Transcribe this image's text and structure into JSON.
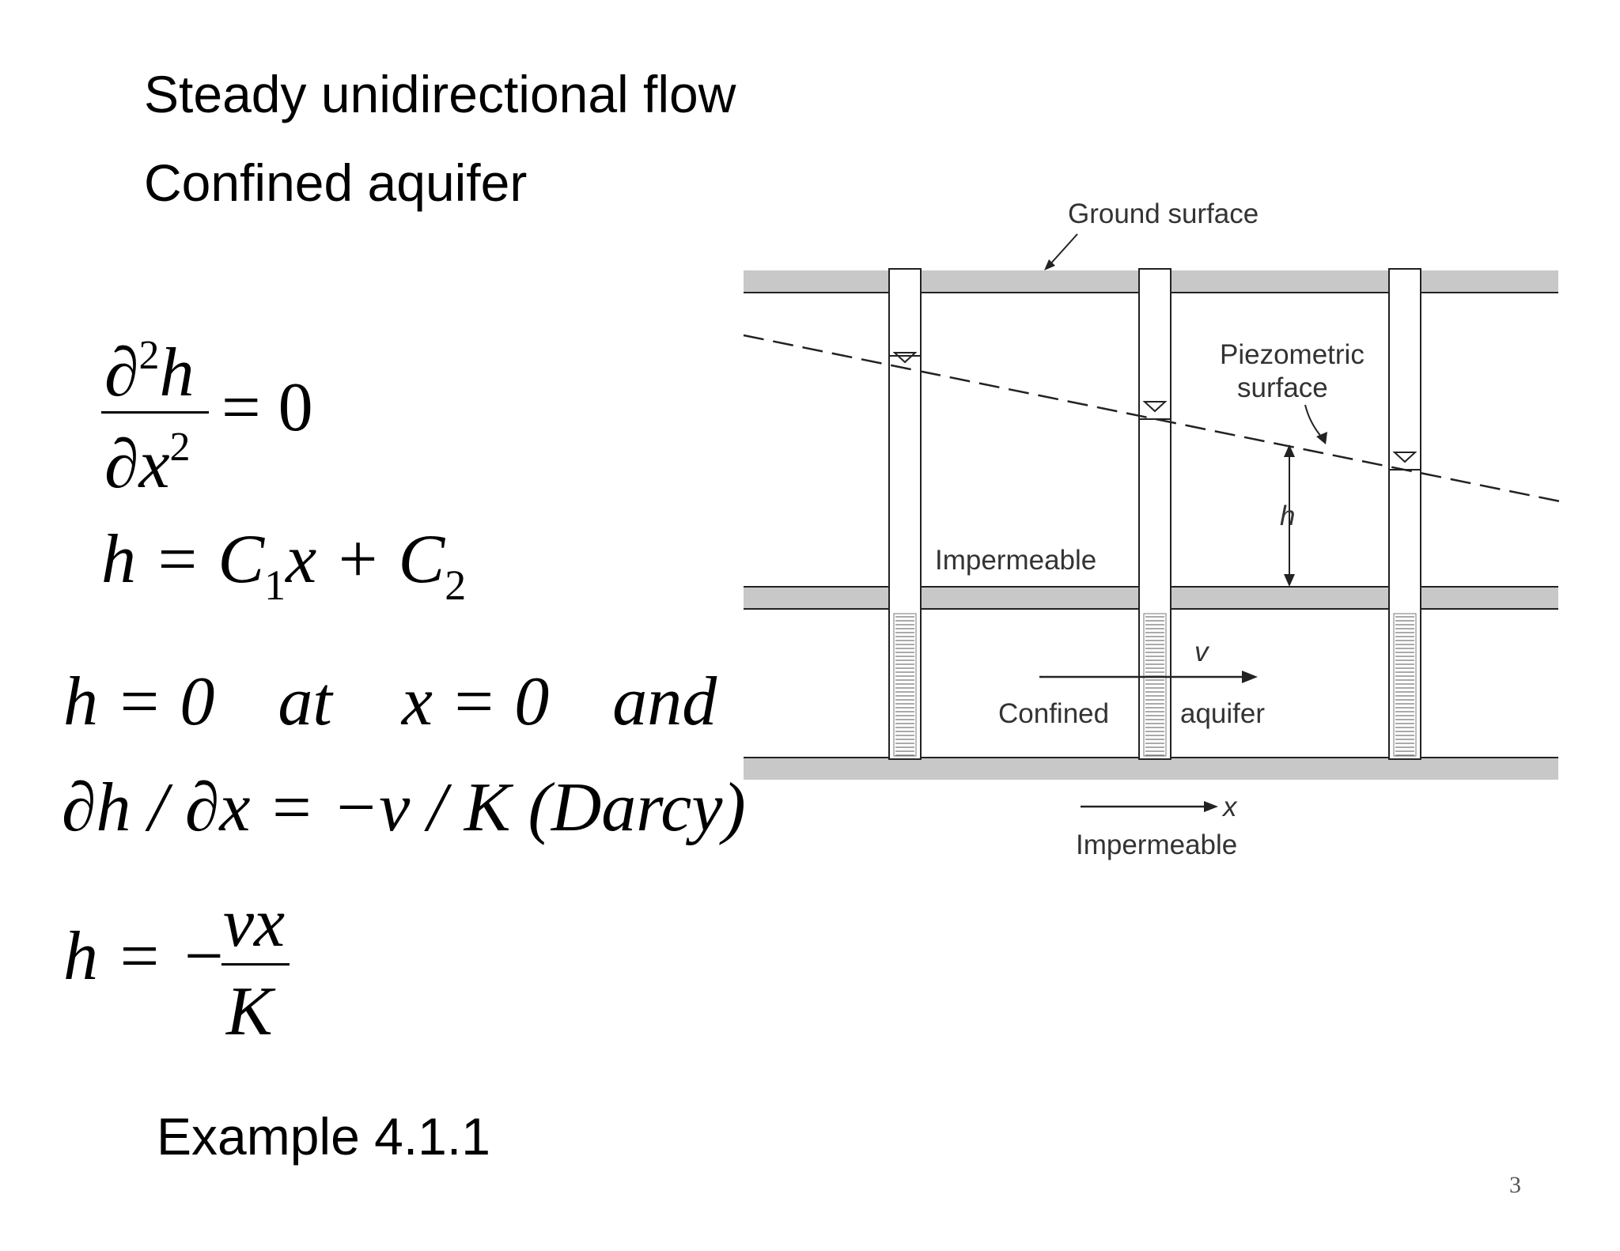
{
  "slide": {
    "title_line1": "Steady unidirectional flow",
    "title_line2": "Confined aquifer",
    "example": "Example 4.1.1",
    "page_number": "3"
  },
  "equations": {
    "eq1": {
      "num": "∂²h",
      "den": "∂x²",
      "rhs": "= 0"
    },
    "eq2": {
      "lhs": "h = C",
      "sub1": "1",
      "mid": "x + C",
      "sub2": "2"
    },
    "eq3": {
      "part1": "h = 0",
      "at": "at",
      "part2": "x = 0",
      "and": "and"
    },
    "eq4": {
      "text": "∂h / ∂x = −v / K (Darcy)"
    },
    "eq5": {
      "lhs": "h = −",
      "num": "vx",
      "den": "K"
    }
  },
  "diagram": {
    "ground_surface": "Ground surface",
    "piezometric_line1": "Piezometric",
    "piezometric_line2": "surface",
    "impermeable_top": "Impermeable",
    "h_label": "h",
    "v_label": "v",
    "confined_label": "Confined",
    "aquifer_label": "aquifer",
    "x_label": "x",
    "impermeable_bottom": "Impermeable",
    "colors": {
      "layer": "#c8c8c8",
      "line": "#222222"
    }
  }
}
